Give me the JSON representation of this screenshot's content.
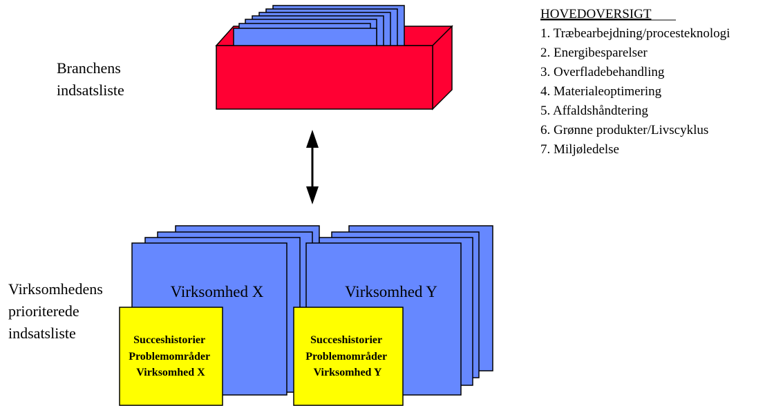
{
  "branch_label": [
    "Branchens",
    "indsatsliste"
  ],
  "company_label": [
    "Virksomhedens",
    "prioriterede",
    "indsatsliste"
  ],
  "overview": {
    "title": "HOVEDOVERSIGT",
    "items": [
      "1. Træbearbejdning/procesteknologi",
      "2. Energibesparelser",
      "3. Overfladebehandling",
      "4. Materialeoptimering",
      "5. Affaldshåndtering",
      "6. Grønne produkter/Livscyklus",
      "7. Miljøledelse"
    ]
  },
  "companies": [
    {
      "name": "Virksomhed X",
      "note": [
        "Succeshistorier",
        "Problemområder",
        "Virksomhed X"
      ]
    },
    {
      "name": "Virksomhed Y",
      "note": [
        "Succeshistorier",
        "Problemområder",
        "Virksomhed Y"
      ]
    }
  ],
  "colors": {
    "box_front": "#ff0033",
    "box_top": "#ff0033",
    "card": "#6688ff",
    "note": "#ffff00",
    "stroke": "#000000"
  }
}
